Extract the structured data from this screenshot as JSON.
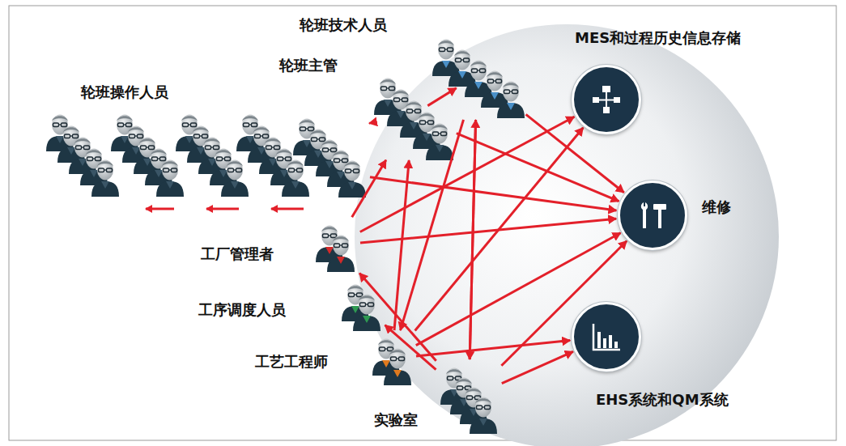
{
  "diagram": {
    "nodes": [
      {
        "text": [
          "轮班技术人员"
        ]
      },
      {
        "text": [
          "轮班主管"
        ]
      },
      {
        "text": [
          "轮班操作人员"
        ]
      },
      {
        "text": [
          "工厂管理者"
        ]
      },
      {
        "text": [
          "工序调度人员"
        ]
      },
      {
        "text": [
          "工艺工程师"
        ]
      },
      {
        "text": [
          "实验室"
        ]
      },
      {
        "text": [
          "MES和过程历史信息存储"
        ]
      },
      {
        "text": [
          "维修"
        ]
      },
      {
        "text": [
          "EHS系统和QM系统"
        ]
      }
    ],
    "edges": [
      {
        "from": 0,
        "to": 1,
        "arrow": "to"
      },
      {
        "from": 0,
        "to": 8,
        "arrow": "to"
      },
      {
        "from": 0,
        "to": 5,
        "arrow": "to"
      },
      {
        "from": 0,
        "to": 6,
        "arrow": "to"
      },
      {
        "from": 2,
        "to": 1,
        "arrow": "to"
      },
      {
        "from": 1,
        "to": 8,
        "arrow": "to"
      },
      {
        "from": 2,
        "to": 8,
        "arrow": "to"
      },
      {
        "from": 3,
        "to": 1,
        "arrow": "to"
      },
      {
        "from": 3,
        "to": 7,
        "arrow": "to"
      },
      {
        "from": 3,
        "to": 8,
        "arrow": "to"
      },
      {
        "from": 5,
        "to": 1,
        "arrow": "to"
      },
      {
        "from": 5,
        "to": 7,
        "arrow": "to"
      },
      {
        "from": 5,
        "to": 8,
        "arrow": "to"
      },
      {
        "from": 5,
        "to": 9,
        "arrow": "to"
      },
      {
        "from": 6,
        "to": 0,
        "arrow": "to"
      },
      {
        "from": 6,
        "to": 3,
        "arrow": "to"
      },
      {
        "from": 6,
        "to": 4,
        "arrow": "to"
      },
      {
        "from": 6,
        "to": 8,
        "arrow": "to"
      },
      {
        "from": 6,
        "to": 9,
        "arrow": "to"
      }
    ]
  }
}
